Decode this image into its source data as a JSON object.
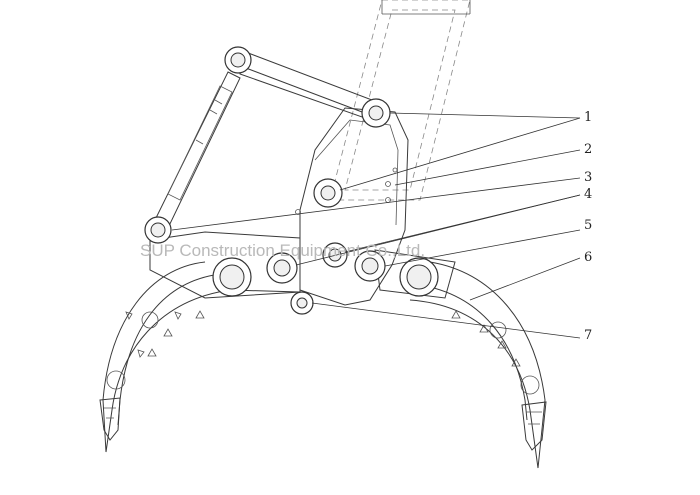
{
  "diagram": {
    "watermark": "SUP Construction Equipment Co.,Ltd.",
    "part_labels": [
      "1",
      "2",
      "3",
      "4",
      "5",
      "6",
      "7"
    ]
  }
}
